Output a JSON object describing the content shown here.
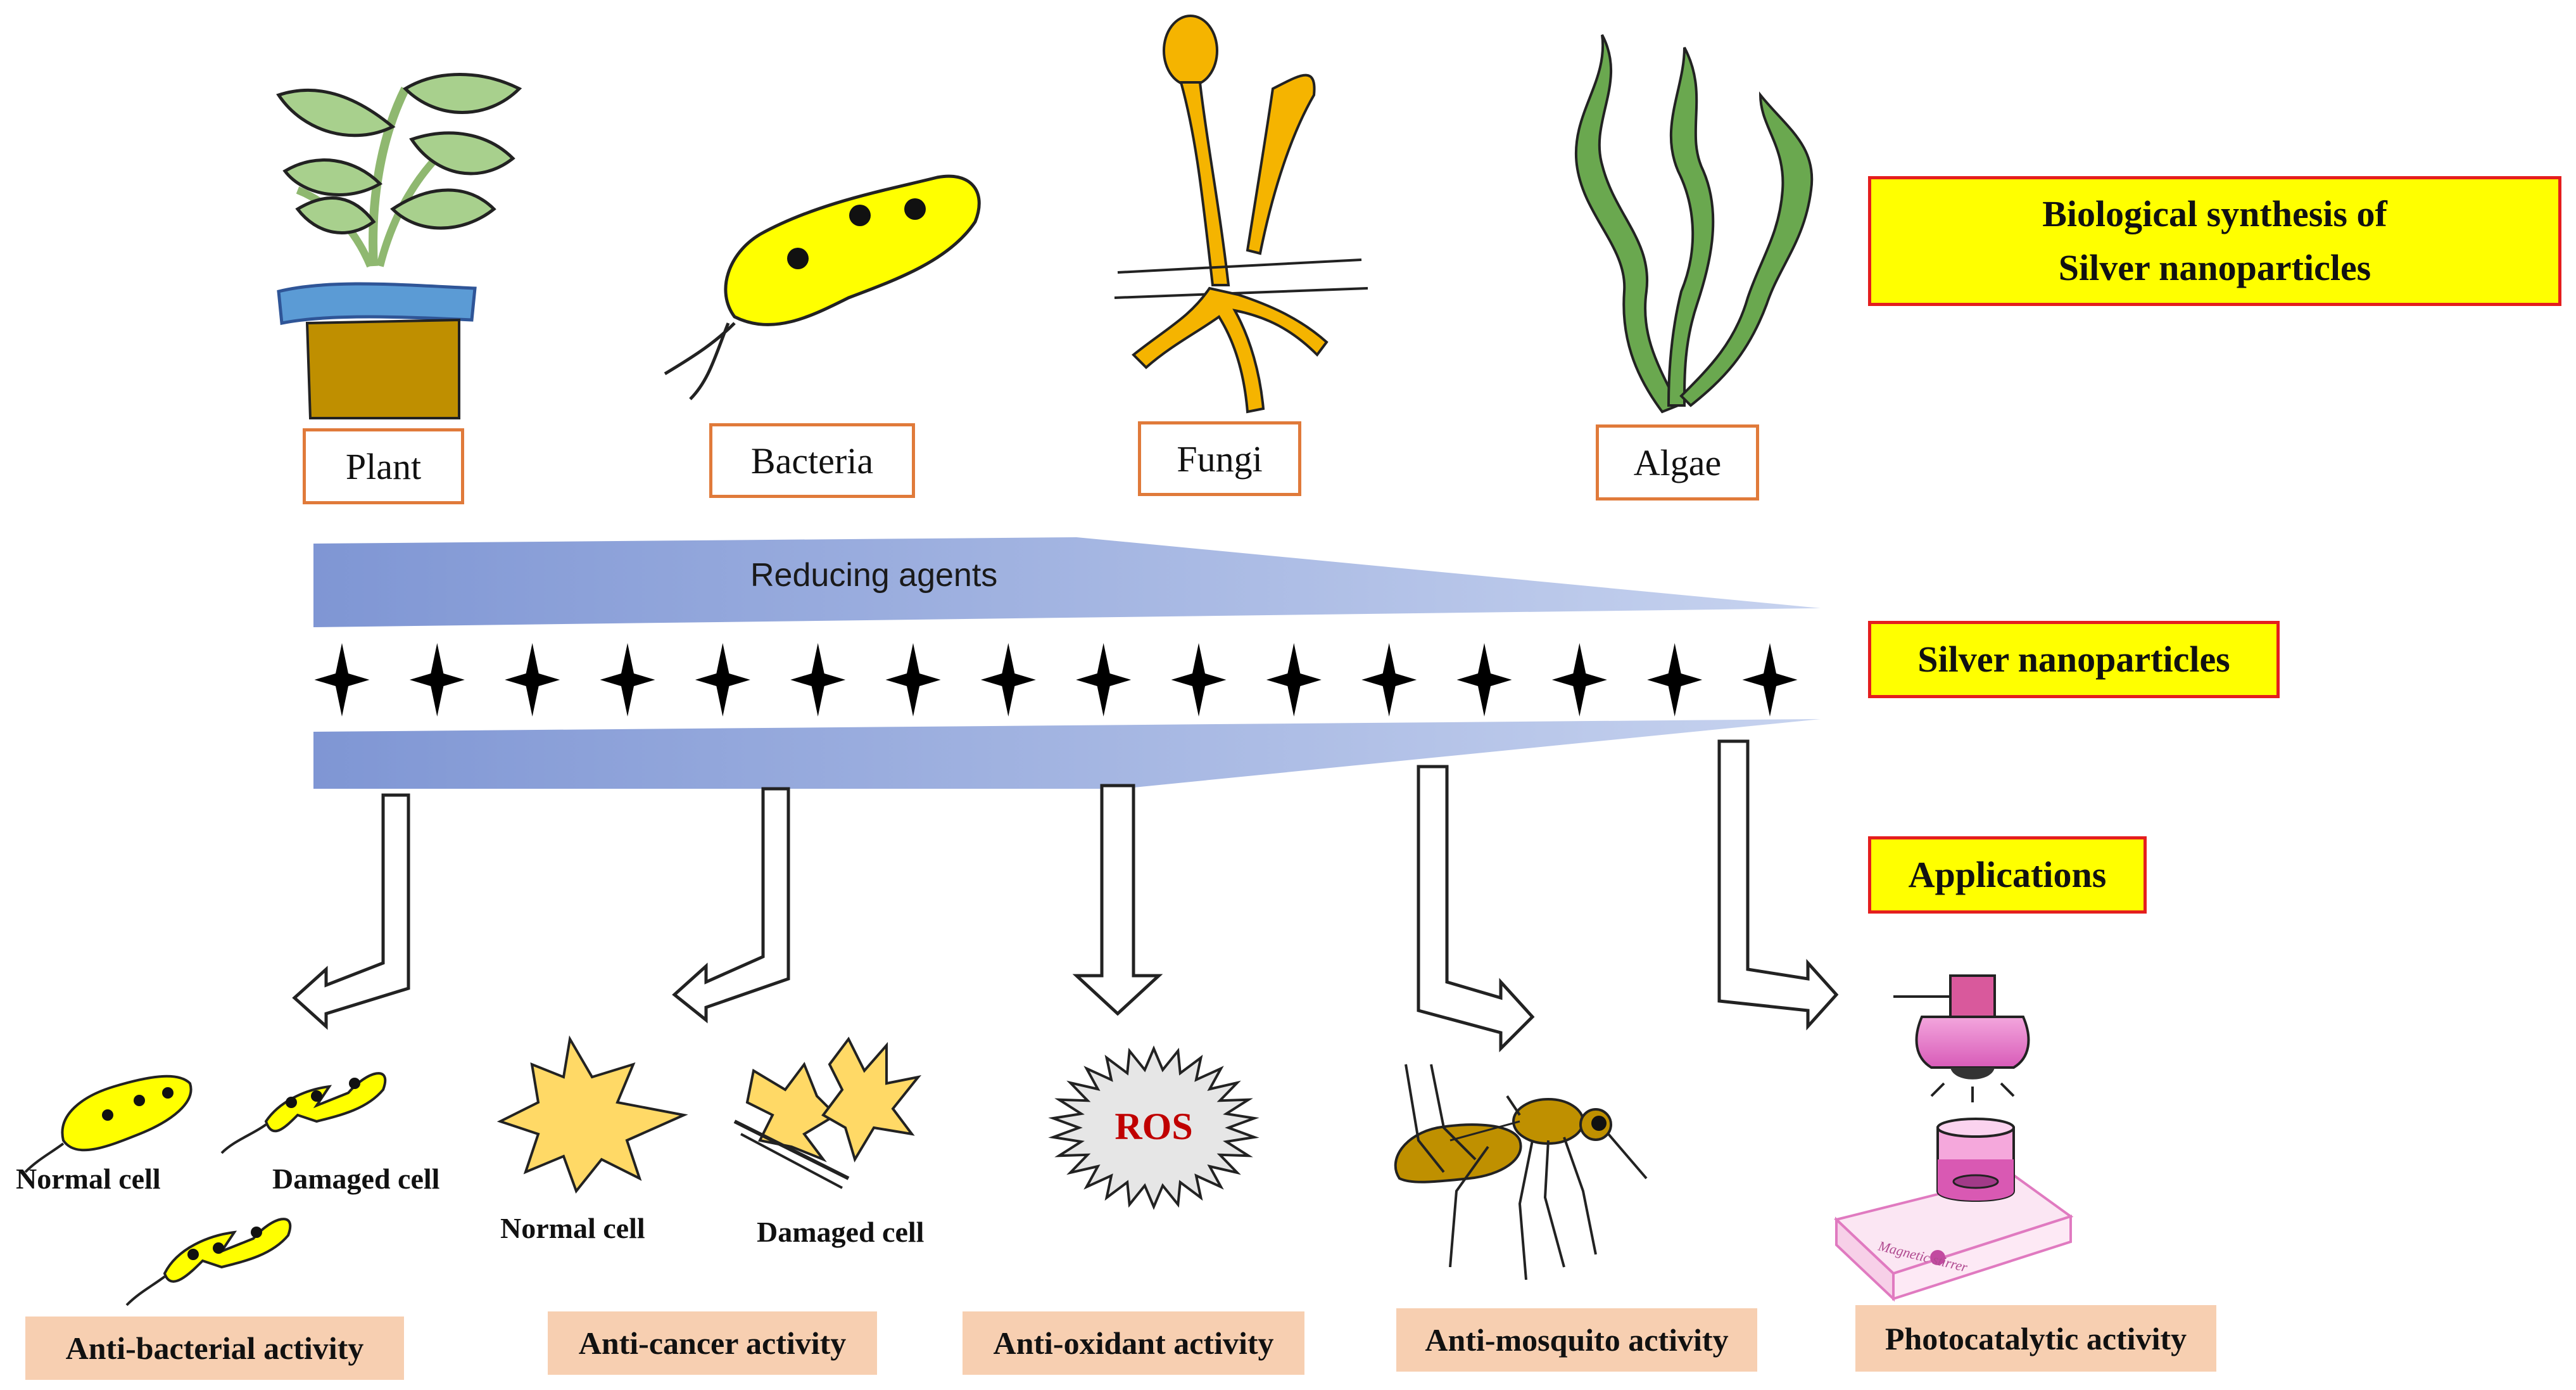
{
  "sources": [
    {
      "label": "Plant"
    },
    {
      "label": "Bacteria"
    },
    {
      "label": "Fungi"
    },
    {
      "label": "Algae"
    }
  ],
  "side_labels": {
    "synthesis_line1": "Biological synthesis of",
    "synthesis_line2": "Silver nanoparticles",
    "nanoparticles": "Silver nanoparticles",
    "applications": "Applications"
  },
  "reducing_agents": "Reducing agents",
  "nanoparticle_count": 16,
  "cell_labels": {
    "bacteria_normal": "Normal cell",
    "bacteria_damaged": "Damaged cell",
    "cancer_normal": "Normal cell",
    "cancer_damaged": "Damaged cell",
    "ros": "ROS"
  },
  "stirrer_label": "Magnetic stirrer",
  "applications": [
    {
      "label": "Anti-bacterial activity"
    },
    {
      "label": "Anti-cancer activity"
    },
    {
      "label": "Anti-oxidant activity"
    },
    {
      "label": "Anti-mosquito activity"
    },
    {
      "label": "Photocatalytic activity"
    }
  ],
  "colors": {
    "wedge": "#8fa4da",
    "yellow_box": "#ffff00",
    "red_border": "#e41e1e",
    "orange_border": "#e07a3a",
    "peach": "#f7cfb1",
    "leaf_green": "#6aa84f",
    "bacteria_yellow": "#ffff00",
    "fungi_orange": "#f5b400",
    "mosquito_brown": "#bf9000",
    "pink": "#e070c0",
    "ros_red": "#c00000"
  }
}
